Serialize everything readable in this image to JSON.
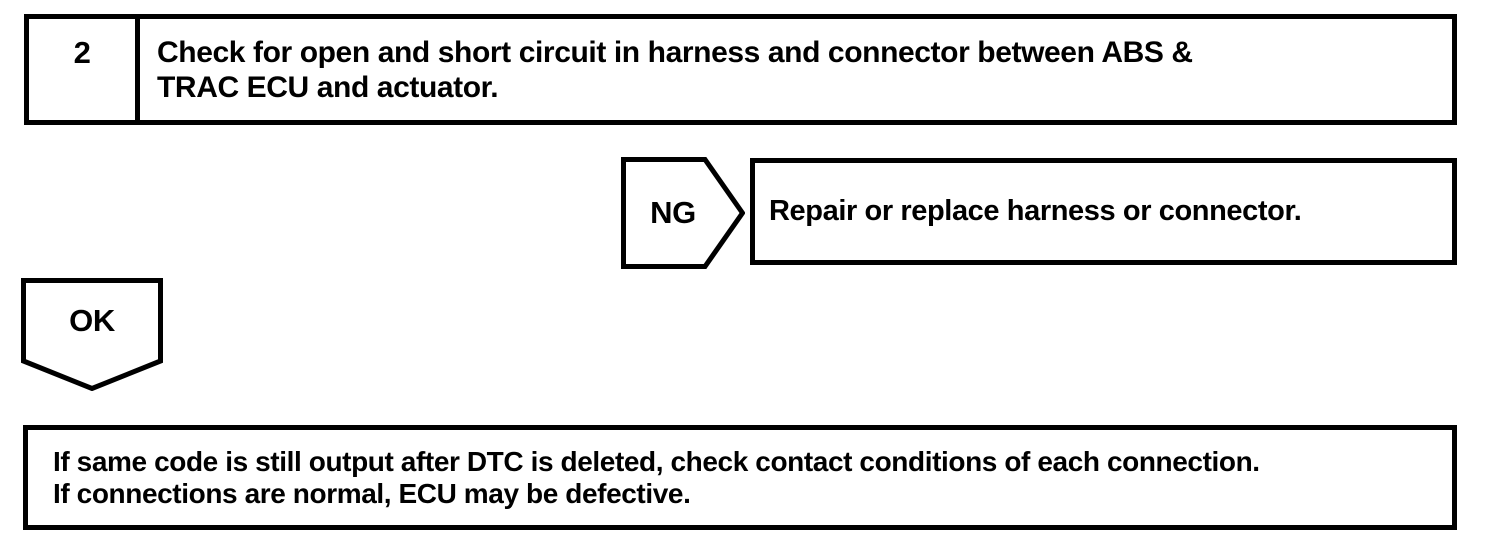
{
  "step_box": {
    "number": "2",
    "instruction_lines": [
      "Check for open and short circuit in harness and connector between ABS &",
      "TRAC ECU and actuator."
    ]
  },
  "ng_branch": {
    "label": "NG",
    "action": "Repair or replace harness or connector."
  },
  "ok_branch": {
    "label": "OK"
  },
  "note_box": {
    "lines": [
      "If same code is still output after DTC is deleted, check contact conditions of each connection.",
      "If connections are normal, ECU may be defective."
    ]
  },
  "colors": {
    "ink": "#000000",
    "paper": "#ffffff"
  }
}
